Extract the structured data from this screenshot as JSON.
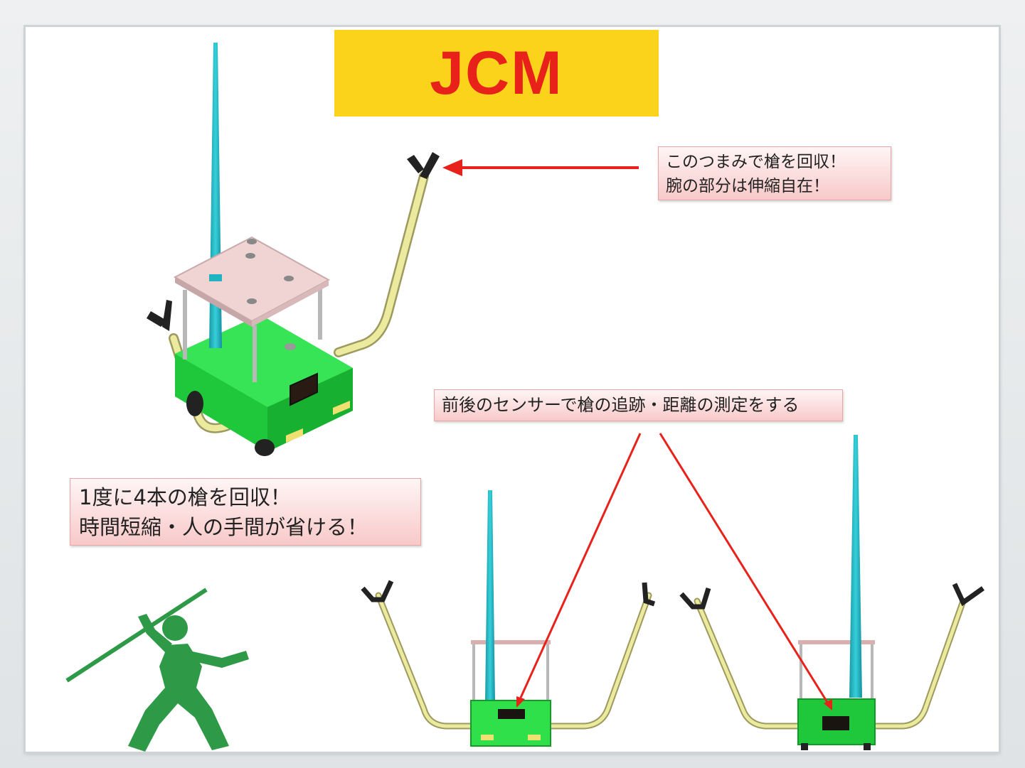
{
  "title": "JCM",
  "callouts": {
    "arm": [
      "このつまみで槍を回収！",
      "腕の部分は伸縮自在！"
    ],
    "sensor": "前後のセンサーで槍の追跡・距離の測定をする",
    "capacity": [
      "1度に4本の槍を回収！",
      "時間短縮・人の手間が省ける！"
    ]
  },
  "colors": {
    "banner": "#fbd31a",
    "title": "#e8221b",
    "robot_body": "#2fe04a",
    "spear": "#20b4c0",
    "arm": "#e9e79a",
    "arrow": "#e8221b",
    "pictogram": "#2e9a47"
  },
  "icons": [
    "javelin-thrower-pictogram",
    "robot-3d-view",
    "robot-front-view",
    "robot-back-view"
  ]
}
